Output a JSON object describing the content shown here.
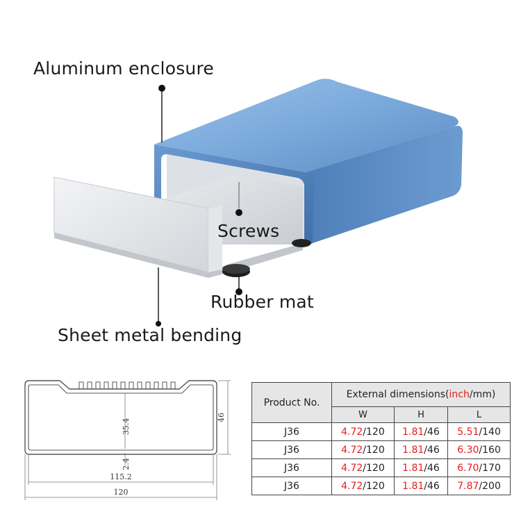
{
  "callouts": {
    "aluminum_enclosure": "Aluminum enclosure",
    "screws": "Screws",
    "rubber_mat": "Rubber mat",
    "sheet_metal_bending": "Sheet metal bending"
  },
  "section_drawing": {
    "dim_width_inner": "115.2",
    "dim_width_outer": "120",
    "dim_height_inner": "35.4",
    "dim_height_outer": "46",
    "dim_floor": "2.4"
  },
  "table": {
    "product_header": "Product No.",
    "external_prefix": "External dimensions(",
    "external_unit_inch": "inch",
    "external_slash": "/",
    "external_suffix": "mm)",
    "col_w": "W",
    "col_h": "H",
    "col_l": "L",
    "rows": [
      {
        "product": "J36",
        "w_inch": "4.72",
        "w_mm": "/120",
        "h_inch": "1.81",
        "h_mm": "/46",
        "l_inch": "5.51",
        "l_mm": "/140"
      },
      {
        "product": "J36",
        "w_inch": "4.72",
        "w_mm": "/120",
        "h_inch": "1.81",
        "h_mm": "/46",
        "l_inch": "6.30",
        "l_mm": "/160"
      },
      {
        "product": "J36",
        "w_inch": "4.72",
        "w_mm": "/120",
        "h_inch": "1.81",
        "h_mm": "/46",
        "l_inch": "6.70",
        "l_mm": "/170"
      },
      {
        "product": "J36",
        "w_inch": "4.72",
        "w_mm": "/120",
        "h_inch": "1.81",
        "h_mm": "/46",
        "l_inch": "7.87",
        "l_mm": "/200"
      }
    ]
  },
  "colors": {
    "enclosure_blue": "#6a9ad0",
    "highlight_red": "#e0201e",
    "header_gray": "#e6e6e6"
  }
}
